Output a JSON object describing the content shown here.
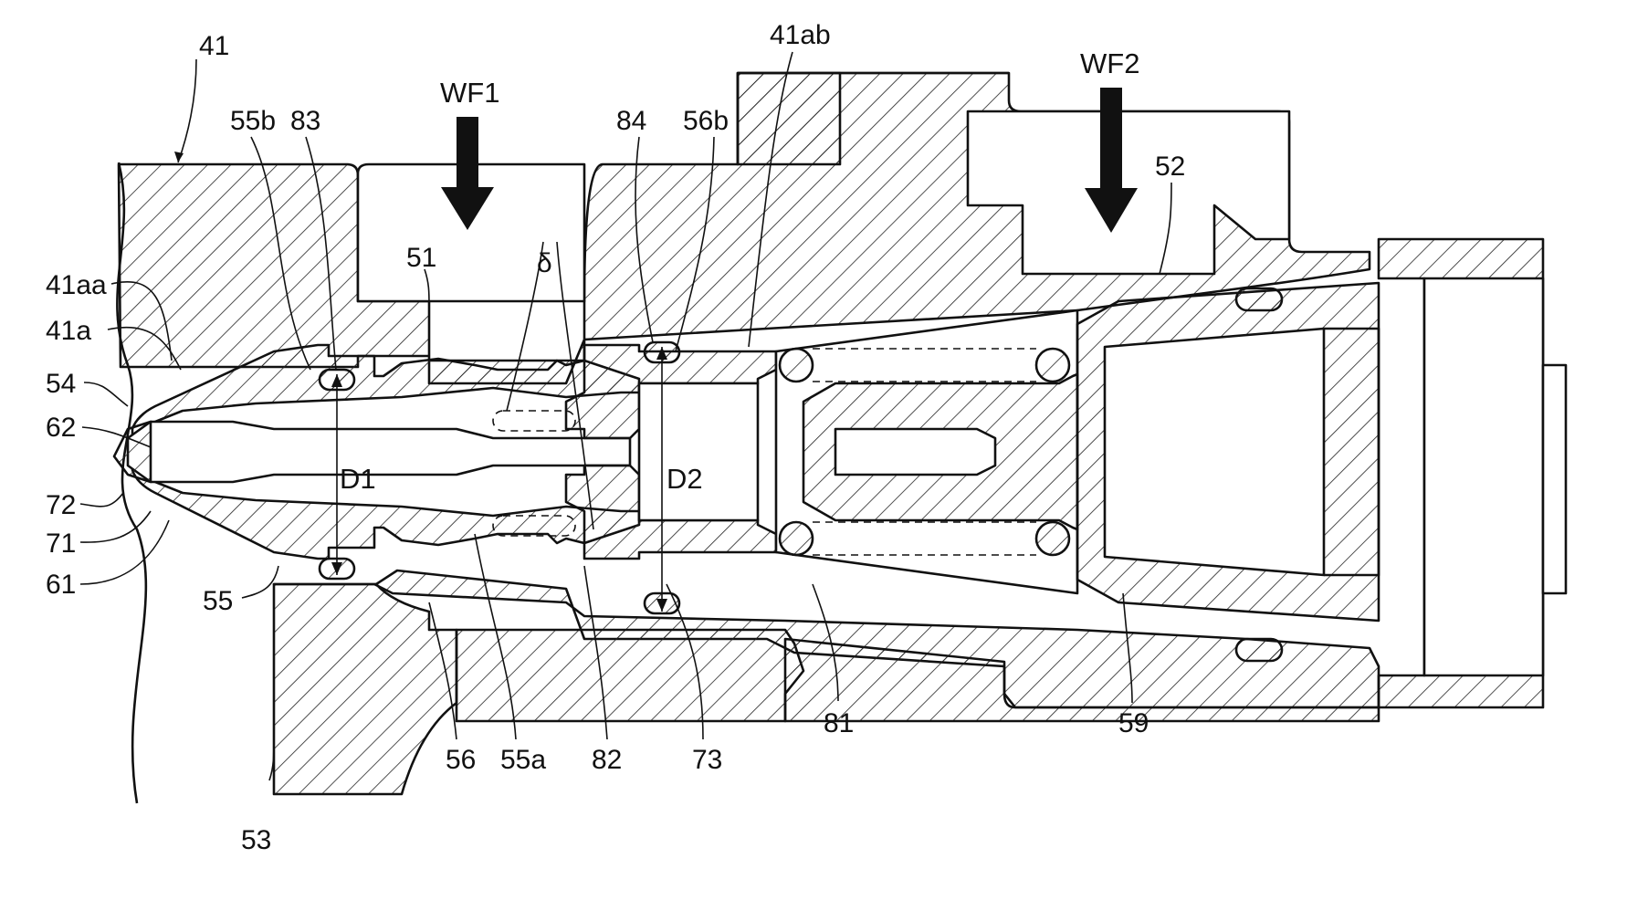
{
  "figure": {
    "arrows": {
      "wf1": "WF1",
      "wf2": "WF2"
    },
    "dimensions": {
      "d1": "D1",
      "d2": "D2",
      "delta": "δ"
    },
    "labels": {
      "l41": "41",
      "l41aa": "41aa",
      "l41a": "41a",
      "l54": "54",
      "l62": "62",
      "l72": "72",
      "l71": "71",
      "l61": "61",
      "l55": "55",
      "l55b": "55b",
      "l83": "83",
      "l51": "51",
      "l84": "84",
      "l56b": "56b",
      "l41ab": "41ab",
      "l52": "52",
      "l53": "53",
      "l56": "56",
      "l55a": "55a",
      "l82": "82",
      "l73": "73",
      "l81": "81",
      "l59": "59"
    }
  },
  "colors": {
    "ink": "#111111",
    "background": "#ffffff"
  }
}
